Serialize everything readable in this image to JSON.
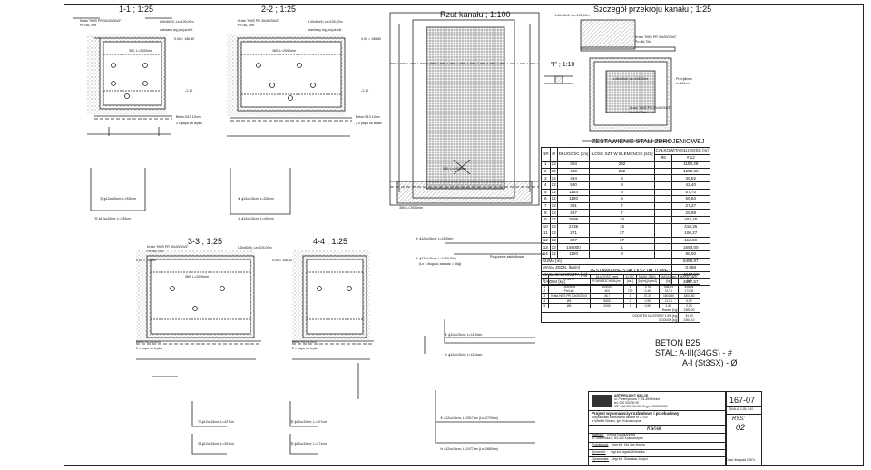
{
  "sections": {
    "s11": "1-1 ; 1:25",
    "s22": "2-2 ; 1:25",
    "plan": "Rzut kanału ; 1:100",
    "detail": "Szczegół przekroju kanału ; 1:25",
    "s33": "3-3 ; 1:25",
    "s44": "4-4 ; 1:25",
    "detail_i": "\"I\" ; 1:10"
  },
  "callouts": {
    "krata": "Krata \"HMS PR 30x30/30x3\"",
    "pc": "Pc=46,70m",
    "angle": "L40x60x5; Le=105,00m",
    "angle2": "L40x60x5; Le=105,00m",
    "sleeve": "L40x60x5; Le=105,00m",
    "rebar_wg": "wzmiany wg proj.archit",
    "level0": "0,00 = 156,80",
    "level_1": "-1,10",
    "level_2": "-1,40",
    "beton": "Beton B10 10cm",
    "papa": "2 x papa na lepiku",
    "bar1": "380; L=2000mm",
    "bar12": "⑫ ϕ12co15cm; L=930cm",
    "bar13": "⑬ ϕ12co15cm; L=394cm",
    "bar8": "⑧ ϕ12co15cm; L=530cm",
    "bar3": "③ ϕ12co15cm; L=494cm",
    "bar4": "④ ϕ12co15cm; L=1100cm",
    "bar5": "⑤ ϕ12co15cm; L=1080,00m",
    "bar6": "⑥ ϕ12co15cm; L=1190cm",
    "bar7": "⑦ ϕ12co15cm; L=1154cm",
    "bar9": "⑨ ϕ12co15cm; L=2517cm (Ln=2720cm)",
    "bar10": "⑩ ϕ12co15cm; L=2477cm (Ln=2680cm)",
    "bar11": "⑪ ϕ12co15cm; L=427cm",
    "bar14": "⑭ ϕ12co15cm; L=391cm",
    "bar15": "⑮ ϕ12co15cm; L=307cm",
    "bar16": "⑯ ϕ12co15cm; L=271cm",
    "pret": "Pręt ϕ8mm",
    "pret_l": "L=400mm",
    "podl": "Połączenie zakładkowe",
    "lr": "(Lz = długość zakładu = 50ϕ)"
  },
  "steel_table": {
    "title": "ZESTAWIENIE STALI ZBROJENIOWEJ",
    "headers": [
      "NR",
      "Ø",
      "DŁUGOŚĆ [cm]",
      "ILOŚĆ SZT W ELEMENCIE [szt.]",
      "CAŁKOWITA DŁUGOŚĆ [m]"
    ],
    "sub_headers": [
      "Ø6",
      "# 12"
    ],
    "rows": [
      [
        "1",
        "12",
        "394",
        "292",
        "1150,48"
      ],
      [
        "2",
        "12",
        "430",
        "292",
        "1255,60"
      ],
      [
        "3",
        "12",
        "494",
        "8",
        "39,52"
      ],
      [
        "4",
        "12",
        "530",
        "8",
        "42,40"
      ],
      [
        "5",
        "12",
        "1154",
        "5",
        "57,70"
      ],
      [
        "6",
        "12",
        "1190",
        "5",
        "59,50"
      ],
      [
        "7",
        "12",
        "391",
        "7",
        "27,37"
      ],
      [
        "8",
        "12",
        "427",
        "7",
        "29,89"
      ],
      [
        "9",
        "12",
        "2696",
        "15",
        "404,40"
      ],
      [
        "10",
        "12",
        "2735",
        "15",
        "410,25"
      ],
      [
        "11",
        "12",
        "271",
        "37",
        "100,27"
      ],
      [
        "12",
        "12",
        "307",
        "37",
        "113,59"
      ],
      [
        "13",
        "12",
        "168000",
        "1",
        "1680,00"
      ],
      [
        "14",
        "12",
        "1100",
        "8",
        "88,00"
      ]
    ],
    "summary": [
      [
        "SUMA [m]",
        "5458,97"
      ],
      [
        "MASA JEDN. [kg/m]",
        "0,888"
      ],
      [
        "MASA CAŁKOWITA [kg]",
        "4847,57"
      ],
      [
        "RAZEM [kg]",
        "4847,57"
      ]
    ]
  },
  "profile_table": {
    "title": "ZESTAWIENIE STALI KSZTAŁTOWEJ",
    "headers": [
      "NR",
      "PROFIL",
      "DŁUGOŚĆ [mm]",
      "ILOŚĆ",
      "MASA JEDN.",
      "MASA Tach",
      "MASA CAŁK."
    ],
    "sub_headers": [
      "POWIERZCHNIA [m²]",
      "[szt.]",
      "[kg/m],[kg/m2]",
      "[kg]",
      "[kg]"
    ],
    "rows": [
      [
        "1",
        "L40x40x5",
        "105000",
        "1",
        "3,76",
        "408,04",
        "408,04"
      ],
      [
        "2",
        "Pret ø8",
        "400",
        "730",
        "0,40",
        "31,91",
        "172,34"
      ],
      [
        "3",
        "Krata HMS PR 30x30/30x3",
        "46,7",
        "1",
        "37,30",
        "1801,80",
        "1801,80"
      ],
      [
        "4",
        "Ø6",
        "5500",
        "2",
        "0,90",
        "11,51",
        "0,92"
      ],
      [
        "5",
        "Ø6",
        "2000",
        "1",
        "0,90",
        "1,60",
        "2,00"
      ]
    ],
    "summary": [
      [
        "Razem [kg]",
        "2385,00"
      ],
      [
        "DODATEK NA SPOINY 1,5% [kg]",
        "34,99"
      ],
      [
        "OGÓŁEM [kg]",
        "2364,10"
      ]
    ]
  },
  "material": {
    "beton": "BETON B25",
    "stal1": "STAL: A-III(34GS) - #",
    "stal2": "A-I (St3SX) - Ø"
  },
  "titleblock": {
    "company": "ART PROJEKT KIELCE",
    "company_line2": "ul. Przemysłowa 7; 25-450 Kielce",
    "company_line3": "tel. 000 000 00 00",
    "company_line4": "NIP 000-000-00-00, Regon 000000000",
    "project": "Projekt wykonawczy rozbudowy i przebudowy",
    "project_line2": "oczyszczalni ścieków na działce nr 37/20",
    "project_line3": "w Wielkie Kliszcz, gm. Kokoszczyna",
    "drawing": "Kanał",
    "investor_label": "Inwestor:",
    "investor": "Gmina Kokoszczyna",
    "investor_addr": "ul. Strzelecka 8, 83-400 Kokoszczyna",
    "designer_label": "Projektował:",
    "designer": "mgr inż. Hui Van Hoang",
    "checker_label": "Sprawdził:",
    "checker": "mgr inż. Agata Gniewska",
    "author_label": "Opracowała:",
    "author": "mgr inż. Stanisław Janpol",
    "date": "Data: listopad 2007r.",
    "number": "167-07",
    "scale": "SKALA: 1:25; 1:10",
    "rys_label": "RYS:",
    "rys": "02"
  }
}
